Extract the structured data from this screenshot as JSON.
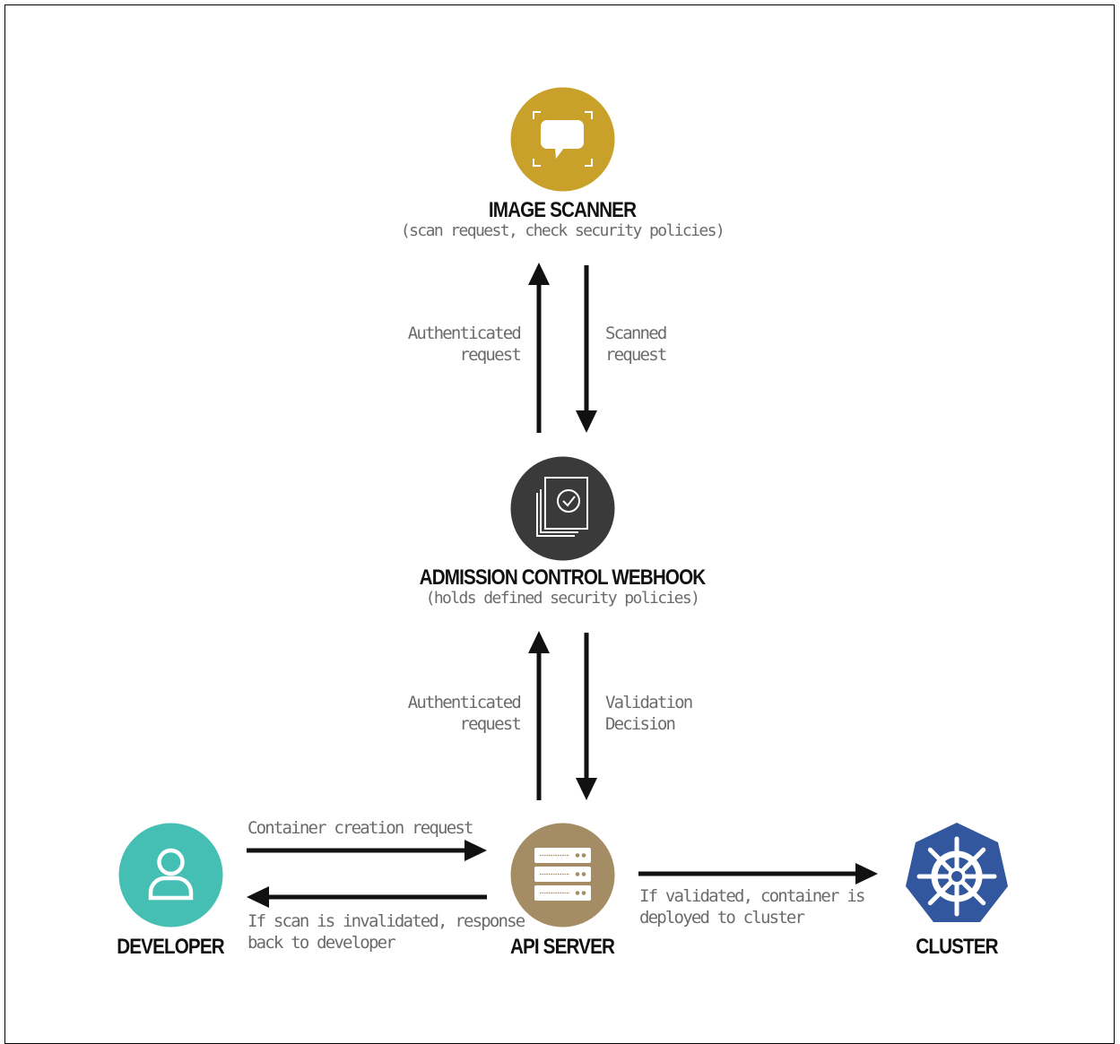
{
  "colors": {
    "scanner": "#C9A02A",
    "webhook": "#3A3A3A",
    "developer": "#45BFB3",
    "api_server": "#A48D65",
    "cluster": "#33579E",
    "arrow": "#111111",
    "label": "#6B6B6B"
  },
  "nodes": {
    "image_scanner": {
      "title": "IMAGE SCANNER",
      "subtitle": "(scan request, check security policies)",
      "icon": "chat-bubble-scan-icon"
    },
    "webhook": {
      "title": "ADMISSION CONTROL WEBHOOK",
      "subtitle": "(holds defined security policies)",
      "icon": "policy-documents-check-icon"
    },
    "developer": {
      "title": "DEVELOPER",
      "icon": "user-icon"
    },
    "api_server": {
      "title": "API SERVER",
      "icon": "server-rack-icon"
    },
    "cluster": {
      "title": "CLUSTER",
      "icon": "kubernetes-helm-icon"
    }
  },
  "edges": {
    "webhook_to_scanner": "Authenticated\nrequest",
    "scanner_to_webhook": "Scanned\nrequest",
    "api_to_webhook": "Authenticated\nrequest",
    "webhook_to_api": "Validation\nDecision",
    "developer_to_api": "Container creation request",
    "api_to_developer": "If scan is invalidated, response\nback to developer",
    "api_to_cluster": "If validated, container is\ndeployed to cluster"
  }
}
